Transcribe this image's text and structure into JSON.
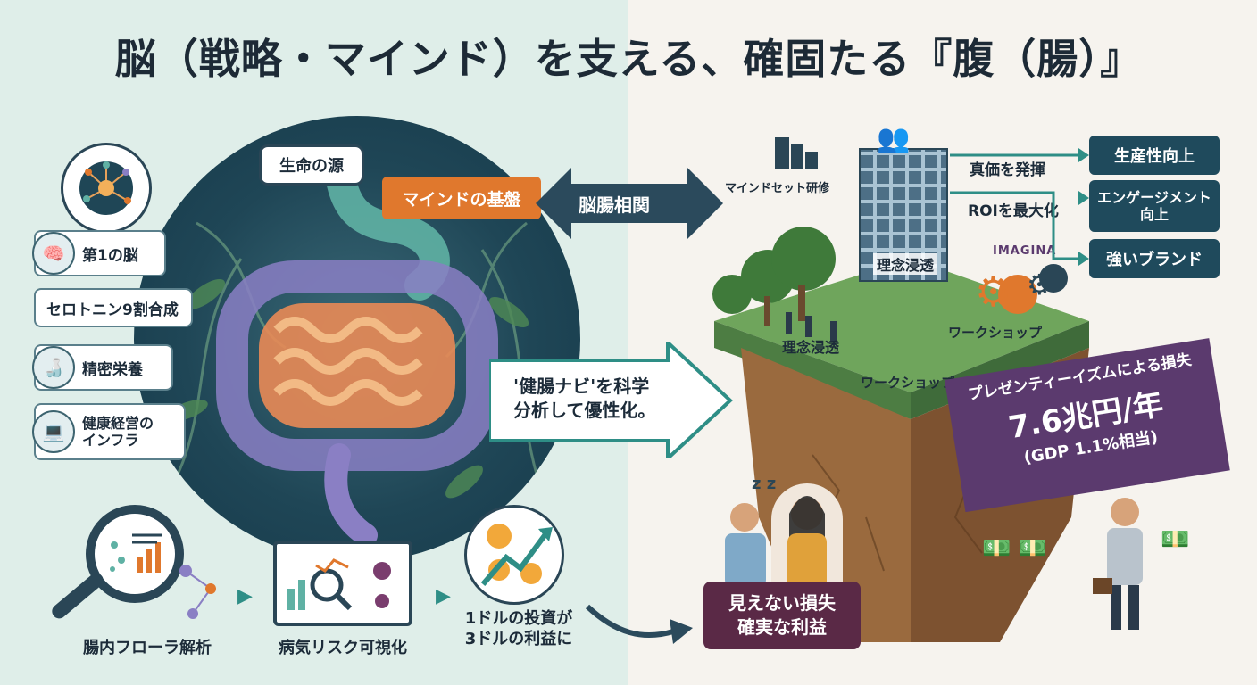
{
  "title": "脳（戦略・マインド）を支える、確固たる『腹（腸）』",
  "left": {
    "bubble_source": "生命の源",
    "bubble_mind": "マインドの基盤",
    "features": [
      "第1の脳",
      "セロトニン9割合成",
      "精密栄養",
      "健康経営の\nインフラ"
    ],
    "arrow_callout": "'健腸ナビ'を科学\n分析して優性化。",
    "steps": [
      "腸内フローラ解析",
      "病気リスク可視化",
      "1ドルの投資が\n3ドルの利益に"
    ]
  },
  "center_arrow": "脳腸相関",
  "right": {
    "mindset": "マインドセット研修",
    "value": "真価を発揮",
    "roi": "ROIを最大化",
    "brand_logo": "IMAGINA",
    "outcomes": [
      "生産性向上",
      "エンゲージメント\n向上",
      "強いブランド"
    ],
    "philosophy_top": "理念浸透",
    "philosophy_ground": "理念浸透",
    "workshop_right": "ワークショップ",
    "workshop_ground": "ワークショップ",
    "loss_banner_title": "プレゼンティーイズムによる損失",
    "loss_banner_value": "7.6兆円/年",
    "loss_banner_sub": "(GDP 1.1%相当)",
    "sleep_mark": "z z",
    "hidden_loss": "見えない損失\n確実な利益"
  },
  "colors": {
    "navy": "#1f4a5c",
    "orange": "#e0782d",
    "purple": "#5b3a6e",
    "plum": "#5a2946",
    "teal": "#2e8e86"
  }
}
